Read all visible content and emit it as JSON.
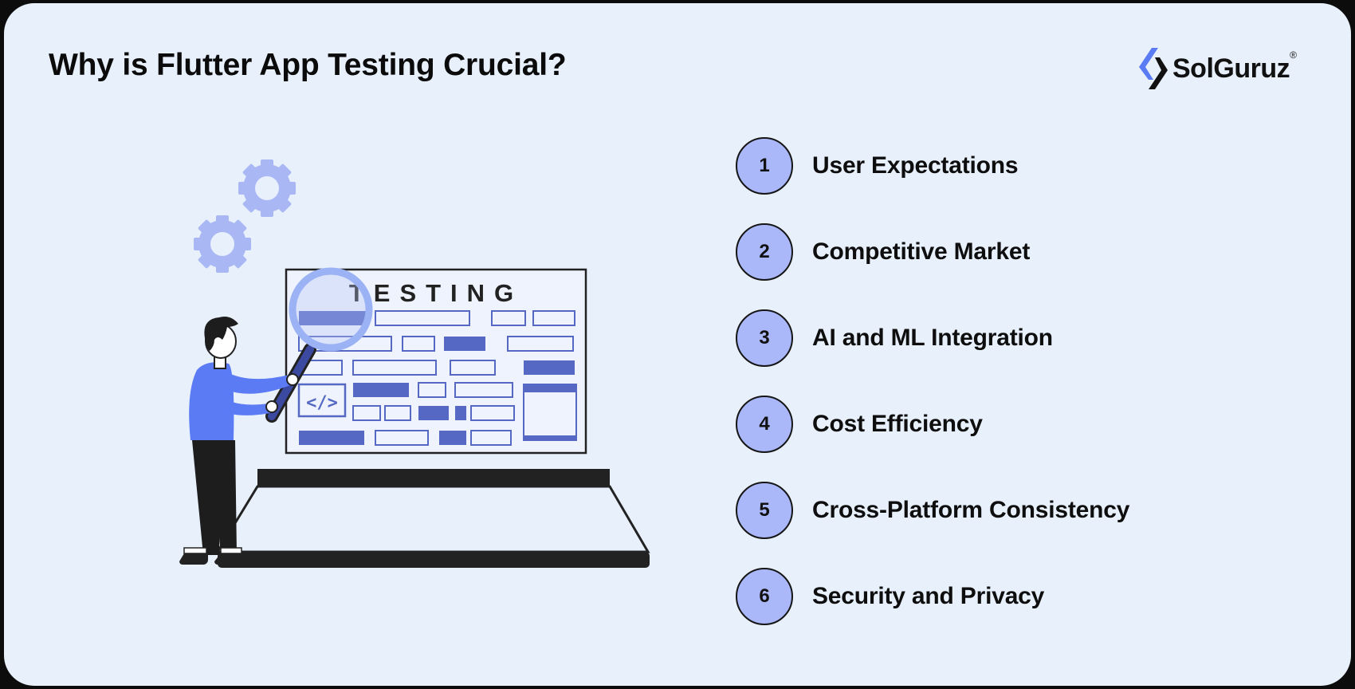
{
  "header": {
    "title": "Why is Flutter App Testing Crucial?"
  },
  "logo": {
    "name": "SolGuruz",
    "registered_mark": "®",
    "icon": "solguruz-logo-icon"
  },
  "illustration": {
    "screen_heading": "TESTING",
    "code_symbol": "</>",
    "icons": [
      "gear-icon",
      "magnifying-glass-icon",
      "code-icon",
      "person-figure"
    ]
  },
  "reasons": {
    "items": [
      {
        "number": "1",
        "label": "User Expectations"
      },
      {
        "number": "2",
        "label": "Competitive Market"
      },
      {
        "number": "3",
        "label": "AI and ML Integration"
      },
      {
        "number": "4",
        "label": "Cost Efficiency"
      },
      {
        "number": "5",
        "label": "Cross-Platform Consistency"
      },
      {
        "number": "6",
        "label": "Security and Privacy"
      }
    ]
  },
  "colors": {
    "background": "#e8f0fc",
    "accent": "#aab8fa",
    "dark_blue": "#5468c4",
    "person_shirt": "#5b7bf5",
    "ink": "#111111"
  }
}
